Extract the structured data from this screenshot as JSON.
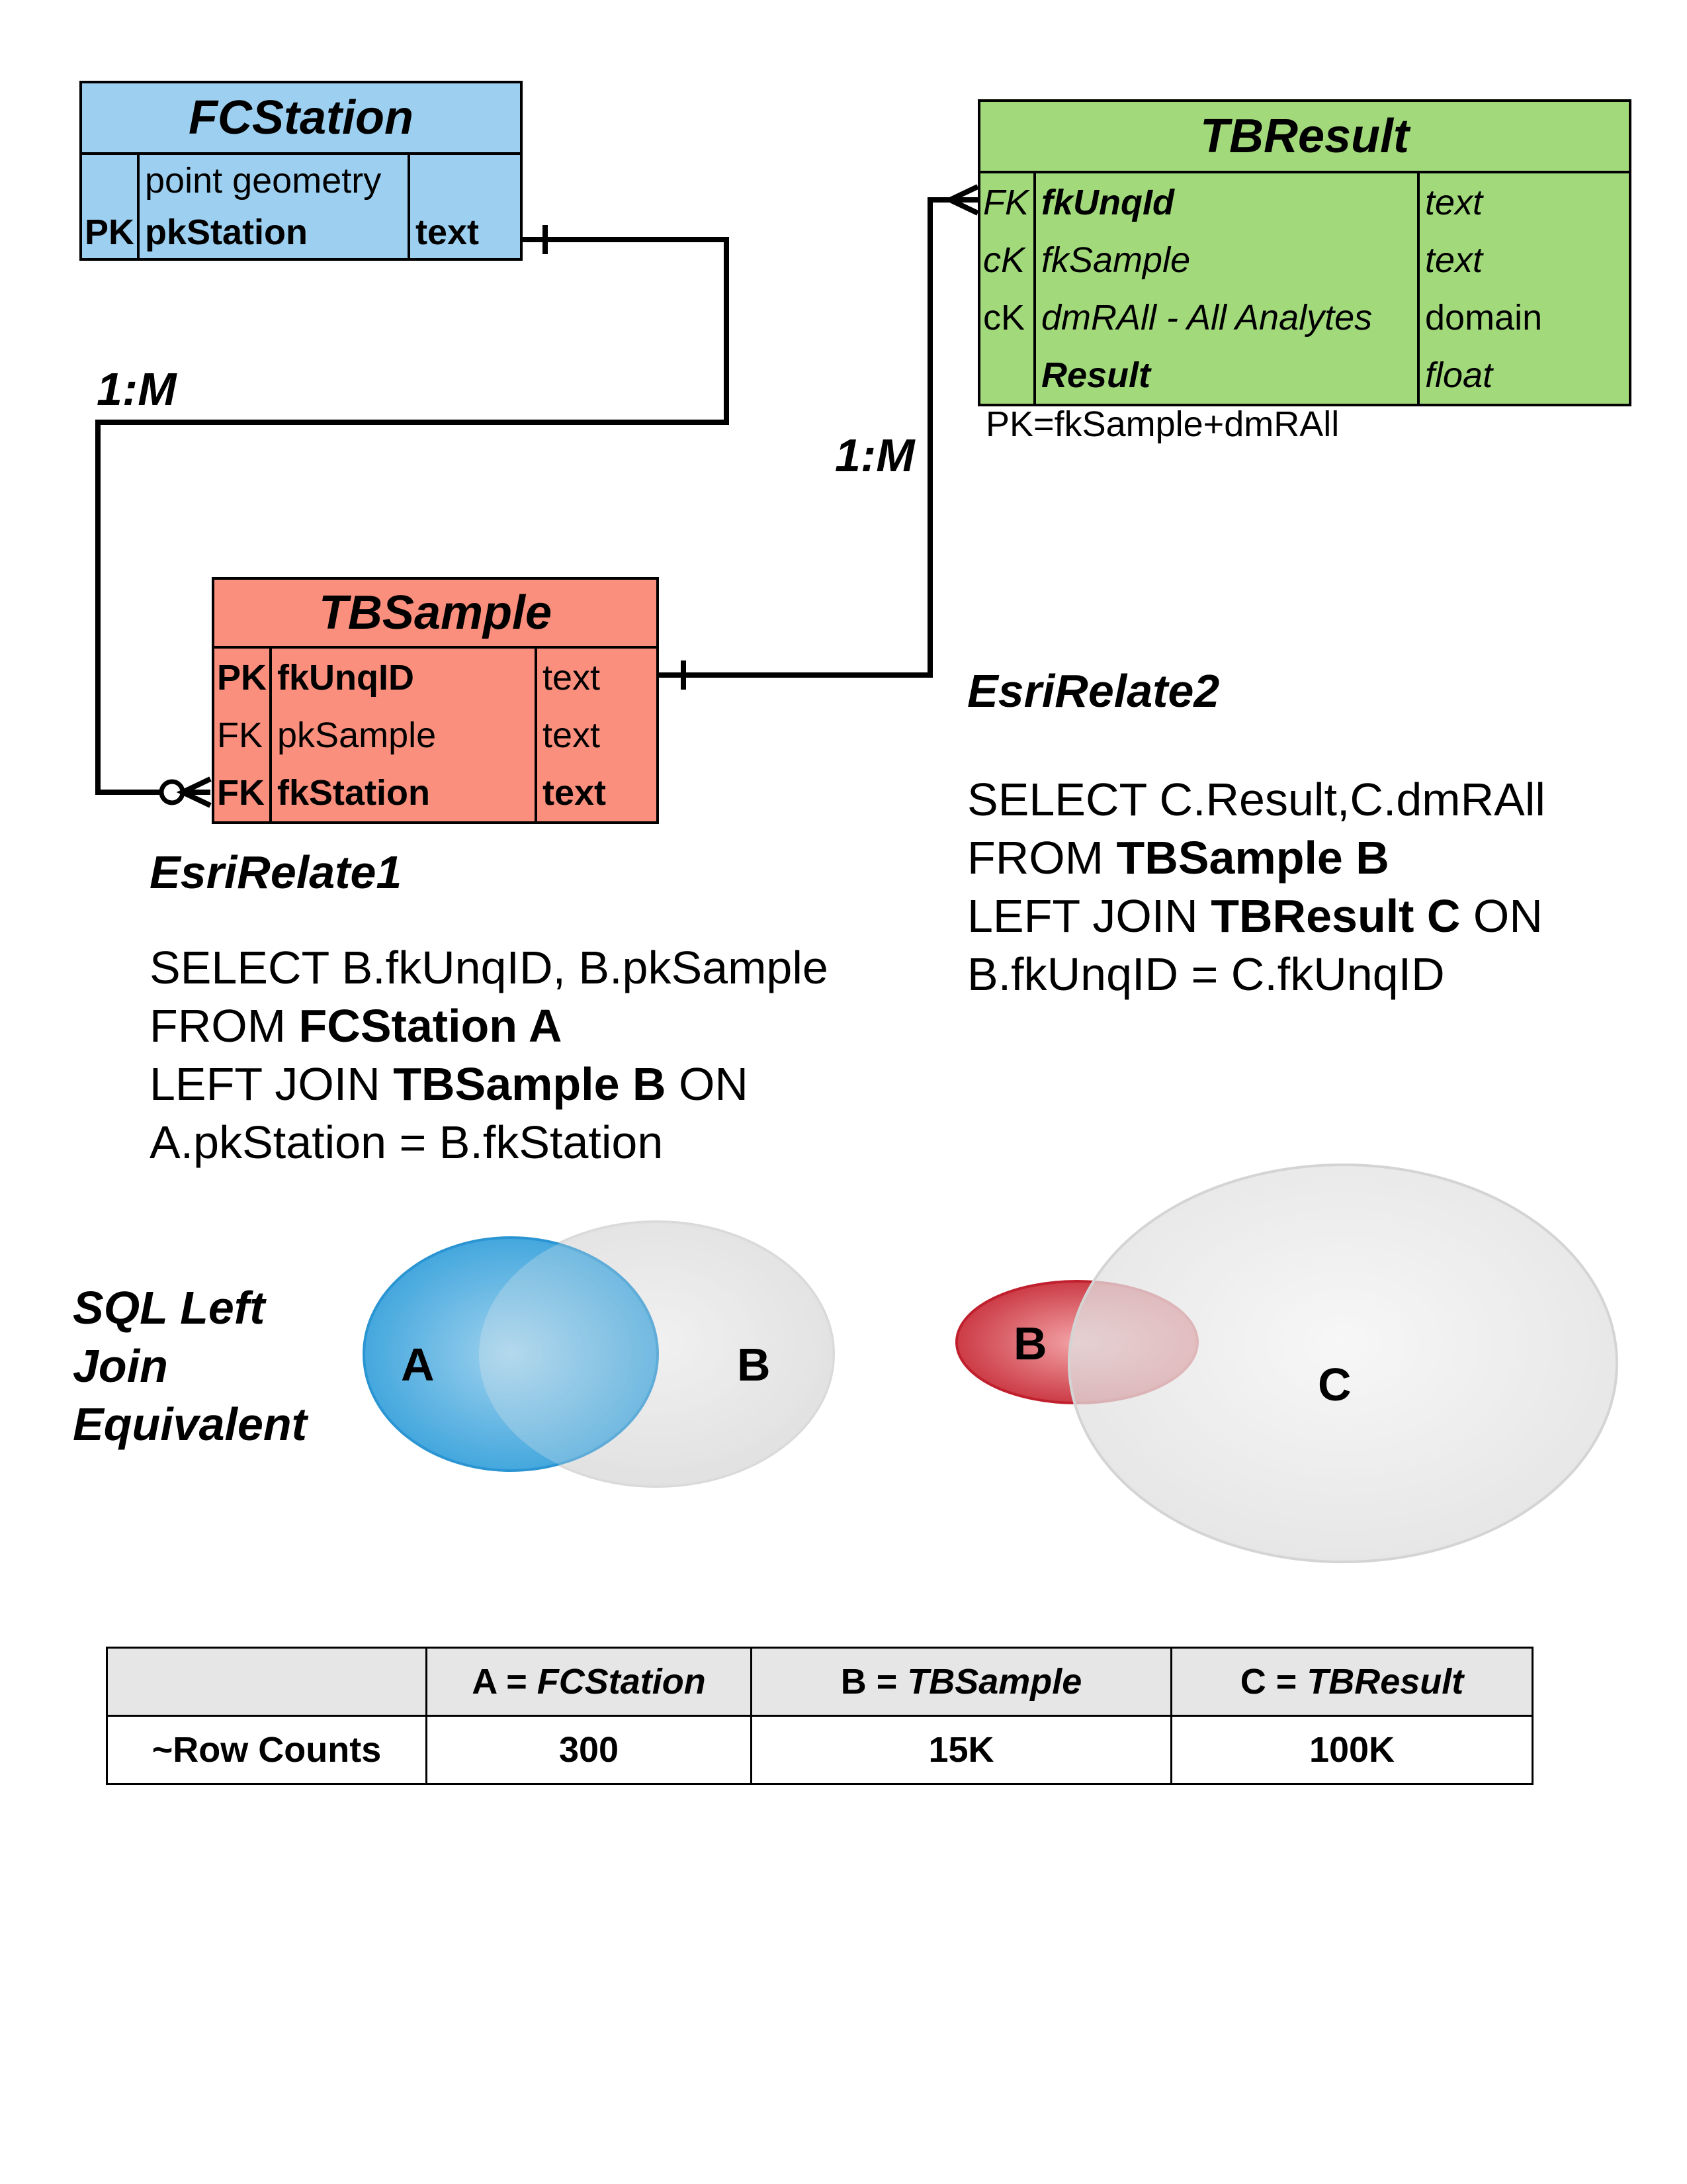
{
  "fcstation": {
    "title": "FCStation",
    "rows": [
      {
        "key": "",
        "field": "point geometry",
        "type": ""
      },
      {
        "key": "PK",
        "field": "pkStation",
        "type": "text"
      }
    ],
    "color": "#9dd0f0"
  },
  "tbresult": {
    "title": "TBResult",
    "rows": [
      {
        "key": "FK",
        "field": "fkUnqId",
        "type": "text"
      },
      {
        "key": "cK",
        "field": "fkSample",
        "type": "text"
      },
      {
        "key": "cK",
        "field": "dmRAll - All Analytes",
        "type": "domain"
      },
      {
        "key": "",
        "field": "Result",
        "type": "float"
      }
    ],
    "pk_note": "PK=fkSample+dmRAll",
    "color": "#a2d97b"
  },
  "tbsample": {
    "title": "TBSample",
    "rows": [
      {
        "key": "PK",
        "field": "fkUnqID",
        "type": "text"
      },
      {
        "key": "FK",
        "field": "pkSample",
        "type": "text"
      },
      {
        "key": "FK",
        "field": "fkStation",
        "type": "text"
      }
    ],
    "color": "#fa8f7d"
  },
  "relations": {
    "rel1_cardinality": "1:M",
    "rel2_cardinality": "1:M"
  },
  "esri_relate1": {
    "title": "EsriRelate1",
    "line1": "SELECT B.fkUnqID, B.pkSample",
    "line2_pre": "FROM ",
    "line2_bold": "FCStation A",
    "line3_pre": "LEFT JOIN ",
    "line3_bold": "TBSample B",
    "line3_post": " ON",
    "line4": "A.pkStation = B.fkStation"
  },
  "esri_relate2": {
    "title": "EsriRelate2",
    "line1": "SELECT C.Result,C.dmRAll",
    "line2_pre": "FROM ",
    "line2_bold": "TBSample B",
    "line3_pre": "LEFT JOIN ",
    "line3_bold": "TBResult C",
    "line3_post": " ON",
    "line4": "B.fkUnqID = C.fkUnqID"
  },
  "venn": {
    "label_line1": "SQL Left",
    "label_line2": "Join",
    "label_line3": "Equivalent",
    "left": {
      "a": "A",
      "b": "B"
    },
    "right": {
      "b": "B",
      "c": "C"
    },
    "colors": {
      "blue": "#3ba3dc",
      "red": "#c8313c",
      "gray": "#e4e4e4"
    }
  },
  "summary": {
    "header": [
      "",
      "A = ",
      "B = ",
      "C = "
    ],
    "header_italic": [
      "",
      "FCStation",
      "TBSample",
      "TBResult"
    ],
    "row_label": "~Row Counts",
    "counts": [
      "300",
      "15K",
      "100K"
    ]
  }
}
